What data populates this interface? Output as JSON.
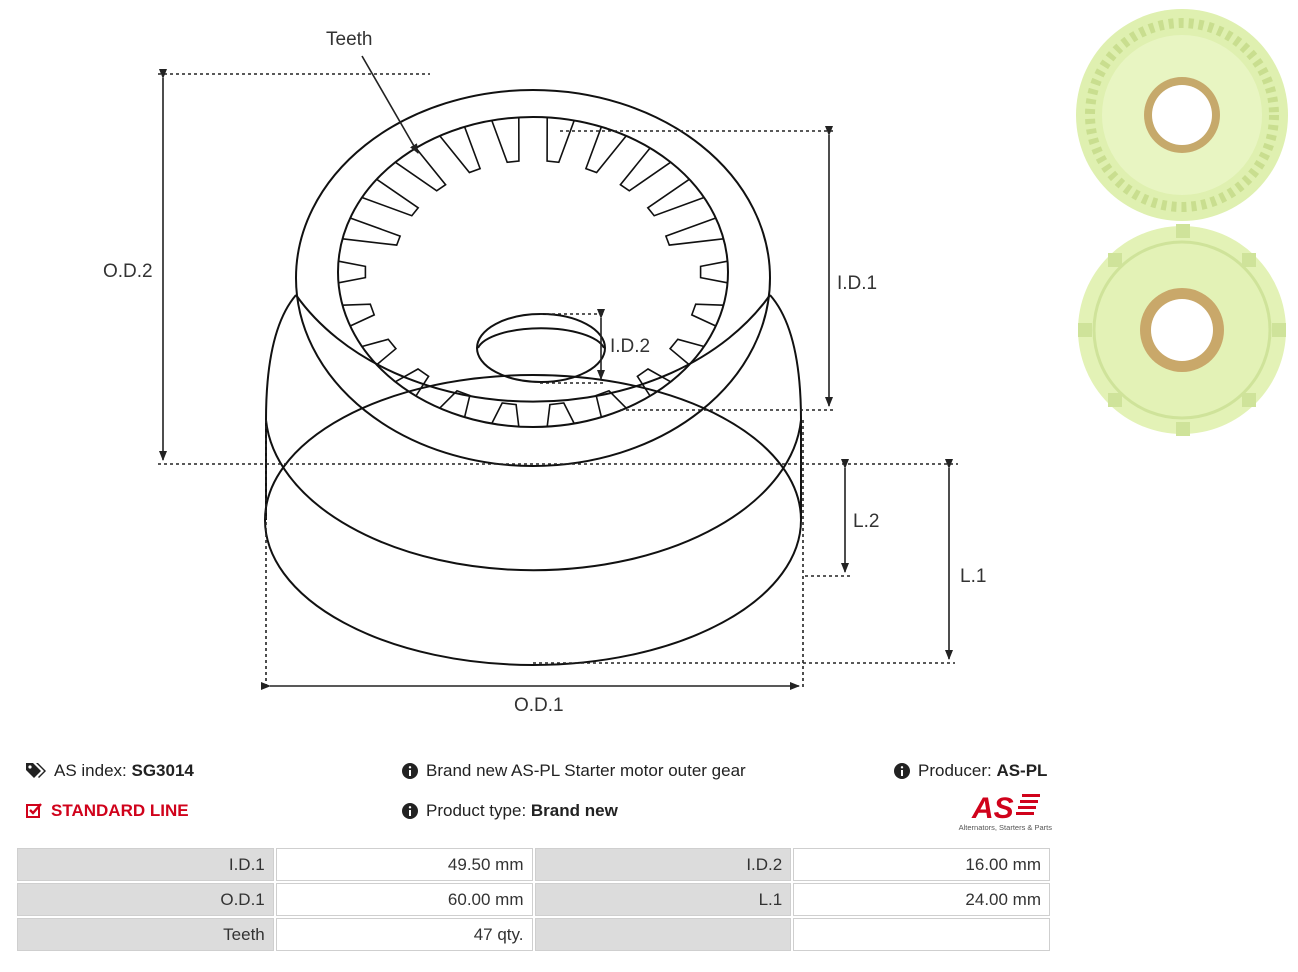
{
  "drawing_labels": {
    "teeth": "Teeth",
    "od2": "O.D.2",
    "id1": "I.D.1",
    "id2": "I.D.2",
    "l2": "L.2",
    "l1": "L.1",
    "od1": "O.D.1"
  },
  "info": {
    "as_index_label": "AS index:",
    "as_index_value": "SG3014",
    "line": "STANDARD LINE",
    "description": "Brand new AS-PL Starter motor outer gear",
    "product_type_label": "Product type:",
    "product_type_value": "Brand new",
    "producer_label": "Producer:",
    "producer_value": "AS-PL"
  },
  "logo": {
    "mark": "AS",
    "tagline": "Alternators, Starters & Parts"
  },
  "specs": [
    [
      "I.D.1",
      "49.50 mm",
      "I.D.2",
      "16.00 mm"
    ],
    [
      "O.D.1",
      "60.00 mm",
      "L.1",
      "24.00 mm"
    ],
    [
      "Teeth",
      "47 qty.",
      "",
      ""
    ]
  ],
  "colors": {
    "accent": "#d0021b",
    "gear": "#e4f3b8",
    "table_label_bg": "#dcdcdc"
  },
  "icons": [
    "tags-icon",
    "check-square-icon",
    "info-circle-icon"
  ]
}
